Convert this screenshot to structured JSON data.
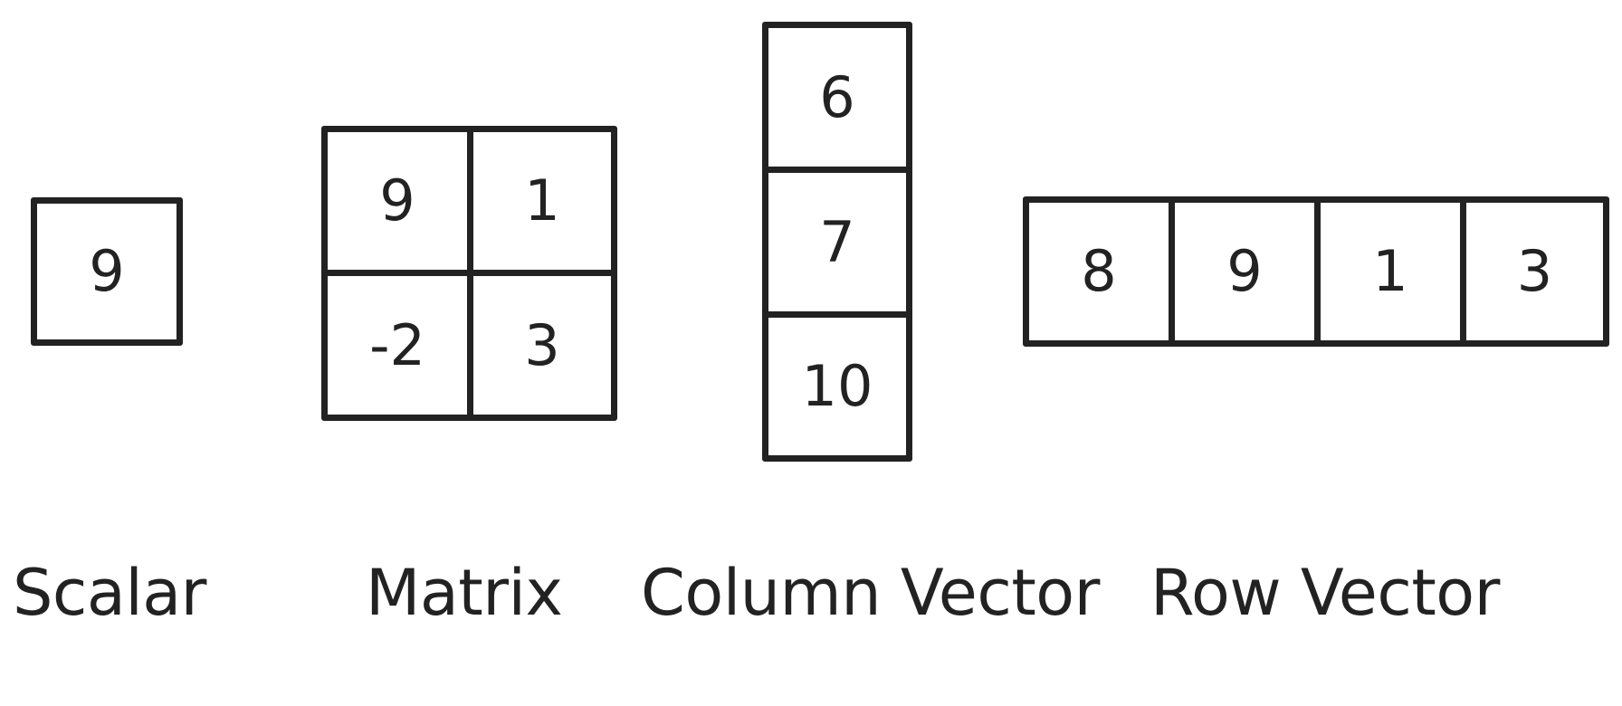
{
  "diagram": {
    "scalar": {
      "label": "Scalar",
      "value": "9"
    },
    "matrix": {
      "label": "Matrix",
      "values": [
        "9",
        "1",
        "-2",
        "3"
      ]
    },
    "column_vector": {
      "label": "Column Vector",
      "values": [
        "6",
        "7",
        "10"
      ]
    },
    "row_vector": {
      "label": "Row Vector",
      "values": [
        "8",
        "9",
        "1",
        "3"
      ]
    }
  }
}
